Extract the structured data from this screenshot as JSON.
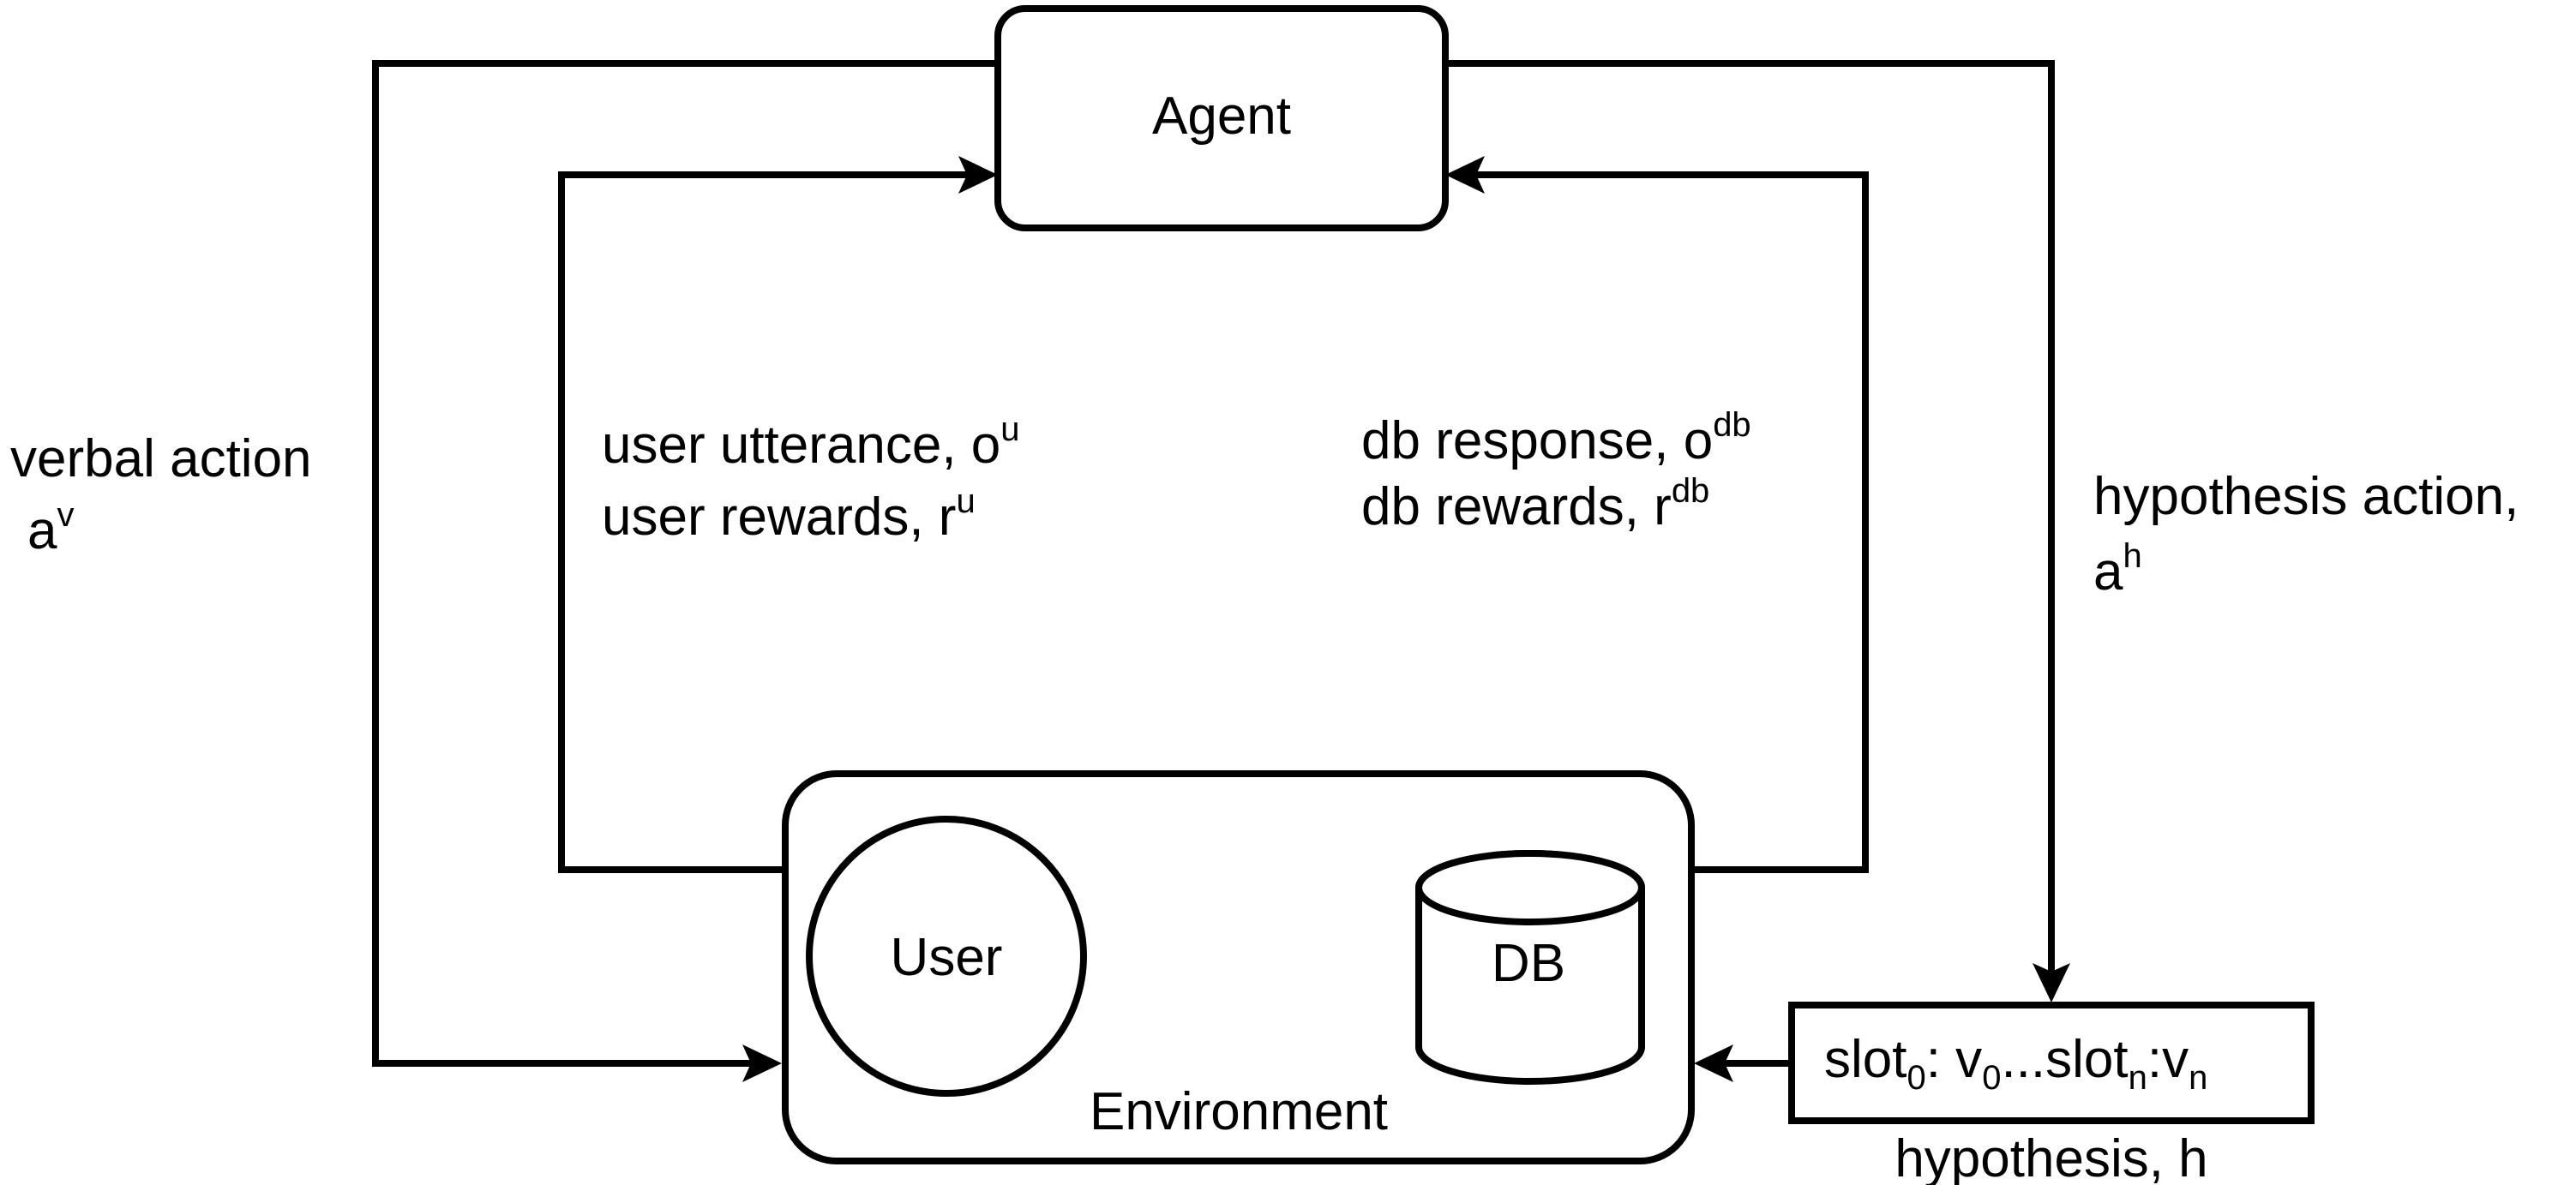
{
  "diagram": {
    "nodes": {
      "agent": "Agent",
      "environment": "Environment",
      "user": "User",
      "db": "DB",
      "hypothesis_box": {
        "slot0_base": "slot",
        "slot0_sub": "0",
        "sep1": ": v",
        "v0_sub": "0",
        "mid": "...slot",
        "slotn_sub": "n",
        "sep2": ":v",
        "vn_sub": "n"
      }
    },
    "labels": {
      "verbal_action_line1": "verbal action",
      "verbal_action_base": "a",
      "verbal_action_sup": "v",
      "user_utterance_text": "user utterance, o",
      "user_utterance_sup": "u",
      "user_rewards_text": "user rewards, r",
      "user_rewards_sup": "u",
      "db_response_text": "db response, o",
      "db_response_sup": "db",
      "db_rewards_text": "db rewards, r",
      "db_rewards_sup": "db",
      "hypothesis_action_line1": "hypothesis action,",
      "hypothesis_action_base": "a",
      "hypothesis_action_sup": "h",
      "hypothesis_caption": "hypothesis, h"
    }
  }
}
